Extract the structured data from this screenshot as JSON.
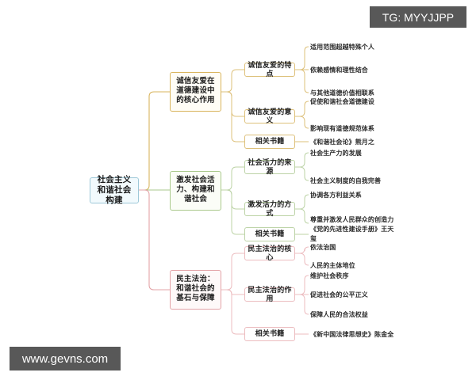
{
  "diagram": {
    "type": "mind-map",
    "root": {
      "label": "社会主义和谐社会构建",
      "color": "#9ec8d8"
    },
    "branches": [
      {
        "label": "诚信友爱在道德建设中的核心作用",
        "color": "#d9b55e",
        "children": [
          {
            "label": "诚信友爱的特点",
            "leaves": [
              "适用范围超越特殊个人",
              "依赖感情和理性结合",
              "与其他道德价值相联系"
            ]
          },
          {
            "label": "诚信友爱的意义",
            "leaves": [
              "促使和谐社会道德建设",
              "影响现有道德规范体系"
            ]
          },
          {
            "label": "相关书籍",
            "leaves": [
              "《和谐社会论》熊月之"
            ]
          }
        ]
      },
      {
        "label": "激发社会活力、构建和谐社会",
        "color": "#aac98c",
        "children": [
          {
            "label": "社会活力的来源",
            "leaves": [
              "社会生产力的发展",
              "社会主义制度的自我完善"
            ]
          },
          {
            "label": "激发活力的方式",
            "leaves": [
              "协调各方利益关系",
              "尊重并激发人民群众的创造力"
            ]
          },
          {
            "label": "相关书籍",
            "leaves": [
              "《党的先进性建设手册》王天玺"
            ]
          }
        ]
      },
      {
        "label": "民主法治：和谐社会的基石与保障",
        "color": "#e3a3a7",
        "children": [
          {
            "label": "民主法治的核心",
            "leaves": [
              "依法治国",
              "人民的主体地位"
            ]
          },
          {
            "label": "民主法治的作用",
            "leaves": [
              "维护社会秩序",
              "促进社会的公平正义",
              "保障人民的合法权益"
            ]
          },
          {
            "label": "相关书籍",
            "leaves": [
              "《新中国法律思想史》陈金全"
            ]
          }
        ]
      }
    ]
  },
  "watermarks": {
    "bottom_left": "www.gevns.com",
    "top_right": "TG: MYYJJPP"
  }
}
